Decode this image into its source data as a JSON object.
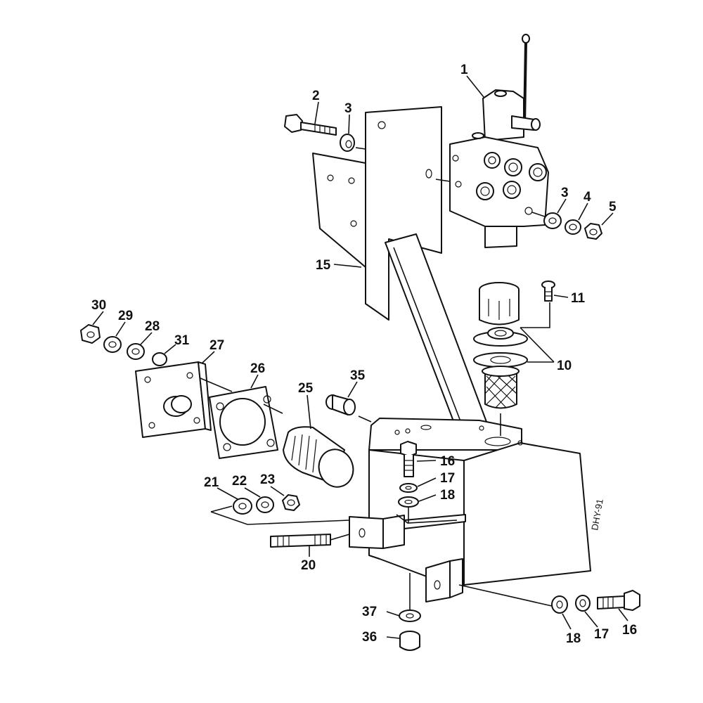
{
  "drawing_code": "DHY-91",
  "callouts": {
    "c1": "1",
    "c2": "2",
    "c3a": "3",
    "c3b": "3",
    "c4": "4",
    "c5": "5",
    "c10": "10",
    "c11": "11",
    "c15": "15",
    "c16a": "16",
    "c16b": "16",
    "c17a": "17",
    "c17b": "17",
    "c18a": "18",
    "c18b": "18",
    "c20": "20",
    "c21": "21",
    "c22": "22",
    "c23": "23",
    "c25": "25",
    "c26": "26",
    "c27": "27",
    "c28": "28",
    "c29": "29",
    "c30": "30",
    "c31": "31",
    "c35": "35",
    "c36": "36",
    "c37": "37"
  }
}
